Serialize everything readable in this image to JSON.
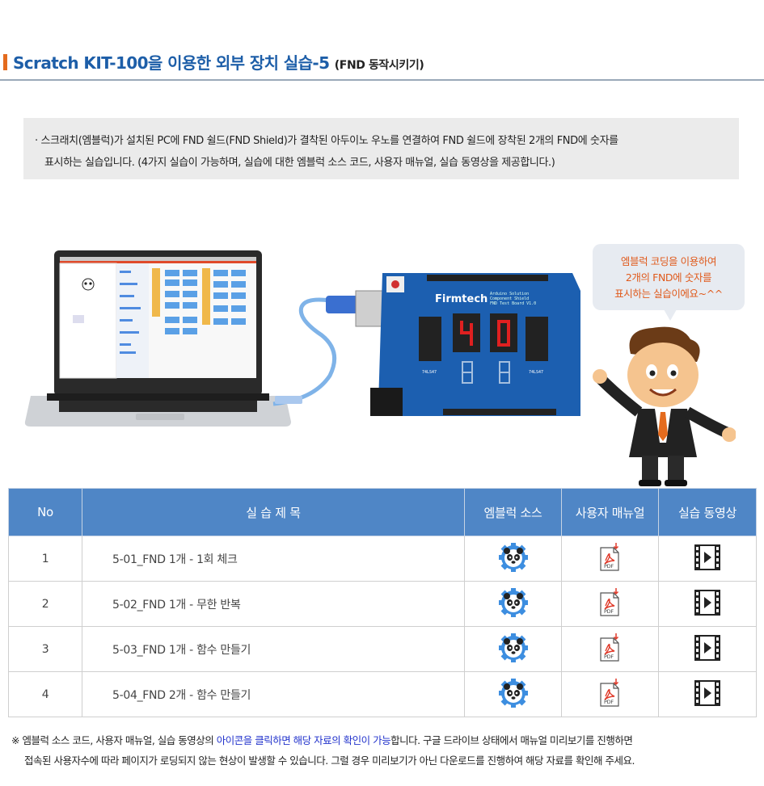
{
  "header": {
    "title": "Scratch KIT-100을 이용한 외부 장치 실습-5",
    "subtitle": "(FND 동작시키기)"
  },
  "intro": {
    "line1": "· 스크래치(엠블럭)가 설치된 PC에 FND 쉴드(FND Shield)가 결착된 아두이노 우노를 연결하여 FND 쉴드에 장착된 2개의 FND에 숫자를",
    "line2": "표시하는 실습입니다.  (4가지 실습이 가능하며, 실습에 대한 엠블럭 소스 코드, 사용자 매뉴얼, 실습 동영상을 제공합니다.)"
  },
  "illustration": {
    "board_brand": "Firmtech",
    "board_lines": [
      "Arduino Solution",
      "Component Shield",
      "FND Test Board V1.0"
    ],
    "chip_label": "74LS47",
    "bubble_lines": [
      "엠블럭 코딩을 이용하여",
      "2개의 FND에 숫자를",
      "표시하는 실습이에요~^^"
    ]
  },
  "table": {
    "headers": {
      "no": "No",
      "title": "실 습 제 목",
      "source": "엠블럭 소스",
      "manual": "사용자 매뉴얼",
      "video": "실습 동영상"
    },
    "pdf_label": "PDF",
    "rows": [
      {
        "no": "1",
        "title": "5-01_FND 1개 - 1회 체크"
      },
      {
        "no": "2",
        "title": "5-02_FND 1개 - 무한 반복"
      },
      {
        "no": "3",
        "title": "5-03_FND 1개 - 함수 만들기"
      },
      {
        "no": "4",
        "title": "5-04_FND 2개 - 함수 만들기"
      }
    ]
  },
  "note": {
    "part1": "※ 엠블럭 소스 코드, 사용자 매뉴얼, 실습 동영상의 ",
    "highlight": "아이콘을 클릭하면 해당 자료의 확인이 가능",
    "part2": "합니다.  구글 드라이브 상태에서 매뉴얼 미리보기를 진행하면",
    "line2": "접속된 사용자수에 따라 페이지가 로딩되지 않는 현상이 발생할 수 있습니다.  그럴 경우 미리보기가 아닌 다운로드를 진행하여 해당 자료를 확인해 주세요."
  },
  "colors": {
    "accent": "#1d5ea8",
    "header_bg": "#4f86c6",
    "orange": "#e46b1e",
    "board": "#1c5fb0"
  }
}
